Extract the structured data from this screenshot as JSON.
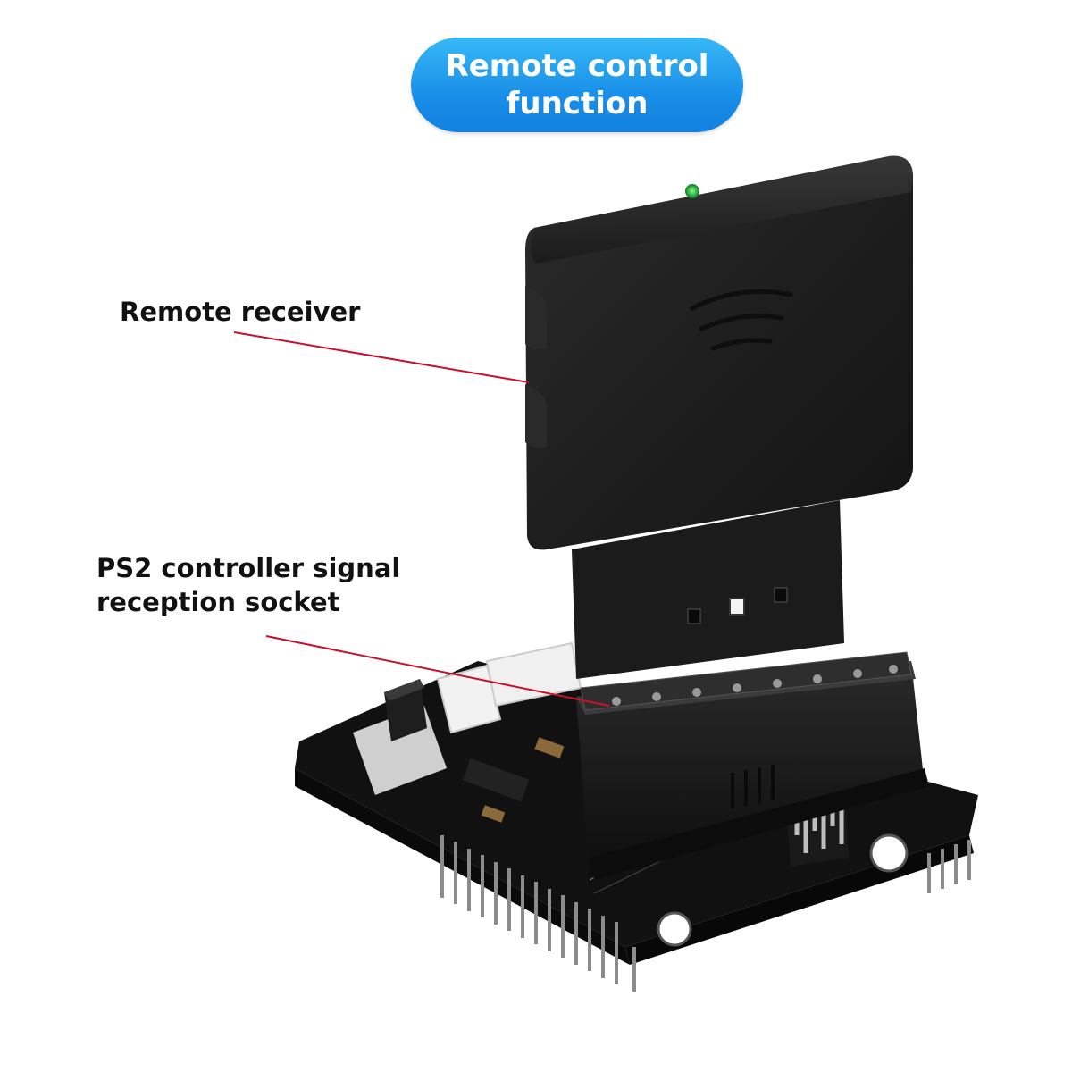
{
  "header": {
    "line1": "Remote control",
    "line2": "function"
  },
  "callouts": {
    "receiver": "Remote receiver",
    "socket_line1": "PS2 controller signal",
    "socket_line2": "reception socket"
  },
  "colors": {
    "pill": "#1a8fe8",
    "leader_line": "#c8102e",
    "receiver_body": "#1c1c1c",
    "pcb": "#141414",
    "led": "#1fb83a"
  }
}
